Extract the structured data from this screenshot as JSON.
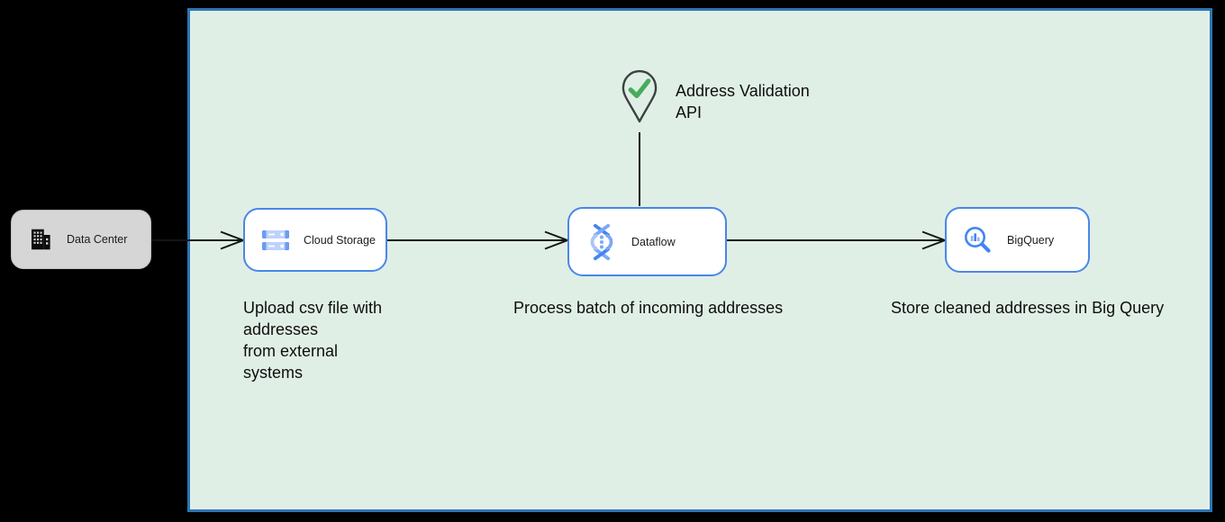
{
  "diagram": {
    "nodes": {
      "data_center": {
        "label": "Data Center",
        "icon": "building-icon"
      },
      "cloud_storage": {
        "label": "Cloud Storage",
        "icon": "storage-bars-icon"
      },
      "dataflow": {
        "label": "Dataflow",
        "icon": "dataflow-helix-icon"
      },
      "bigquery": {
        "label": "BigQuery",
        "icon": "magnifier-chart-icon"
      }
    },
    "annotations": {
      "api_label": {
        "line1": "Address Validation",
        "line2": "API"
      },
      "upload_note": {
        "lines": [
          "Upload csv file with",
          "addresses",
          "from external",
          "systems"
        ]
      },
      "process_note": "Process batch of incoming addresses",
      "store_note": "Store cleaned addresses in Big Query"
    },
    "icons": {
      "validation_pin": "map-pin-check-icon"
    },
    "colors": {
      "canvas_bg": "#000000",
      "container_fill": "#e0efe6",
      "container_border": "#2e74b5",
      "node_border": "#4a86e8",
      "node_fill": "#ffffff",
      "data_center_fill": "#d6d6d6",
      "google_blue": "#4285f4",
      "light_blue": "#aecbfa",
      "check_green": "#47ab5e",
      "connector_black": "#141414"
    }
  }
}
